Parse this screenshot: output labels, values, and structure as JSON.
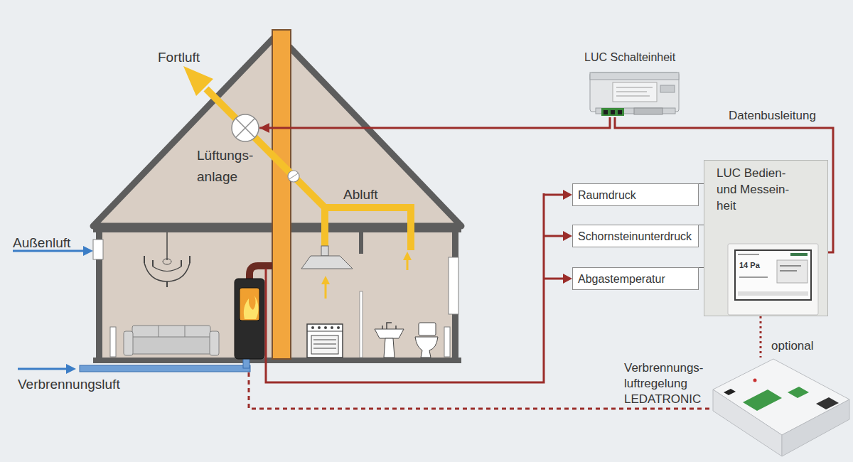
{
  "diagram": {
    "nodes": [
      {
        "text": [
          "Lüftungs- anlage"
        ]
      },
      {
        "text": [
          "LUC Schalteinheit"
        ]
      },
      {
        "text": [
          "LUC Bedien- und Messein- heit"
        ]
      },
      {
        "text": [
          "Raumdruck"
        ]
      },
      {
        "text": [
          "Schornsteinunterdruck"
        ]
      },
      {
        "text": [
          "Abgastemperatur"
        ]
      },
      {
        "text": [
          "Verbrennungs- luftregelung LEDATRONIC"
        ]
      }
    ],
    "edges": [
      {
        "from": 1,
        "to": 0,
        "arrow": "to"
      },
      {
        "from": 1,
        "to": 2,
        "arrow": "none",
        "label": "Datenbusleitung"
      },
      {
        "from": 3,
        "to": 2,
        "arrow": "none"
      },
      {
        "from": 4,
        "to": 2,
        "arrow": "none"
      },
      {
        "from": 5,
        "to": 2,
        "arrow": "none"
      },
      {
        "from": 2,
        "to": 6,
        "arrow": "none",
        "label": "optional"
      }
    ],
    "labels": [
      "Fortluft",
      "Abluft",
      "Außenluft",
      "Verbrennungsluft",
      "14 Pa"
    ]
  }
}
